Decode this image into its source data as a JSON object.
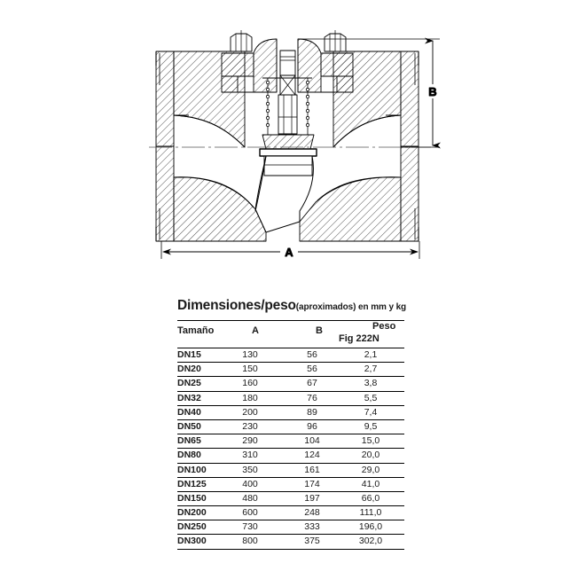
{
  "drawing": {
    "name": "valve-cross-section",
    "description": "Sectional technical drawing of a flanged lift check valve",
    "dimension_labels": {
      "overall_length": "A",
      "overall_height": "B"
    }
  },
  "table": {
    "title_main": "Dimensiones/peso",
    "title_sub": "(aproximados) en mm y kg",
    "headers": {
      "size": "Tamaño",
      "a": "A",
      "b": "B",
      "weight": "Peso",
      "fig": "Fig 222N"
    },
    "rows": [
      {
        "size": "DN15",
        "a": "130",
        "b": "56",
        "weight": "2,1"
      },
      {
        "size": "DN20",
        "a": "150",
        "b": "56",
        "weight": "2,7"
      },
      {
        "size": "DN25",
        "a": "160",
        "b": "67",
        "weight": "3,8"
      },
      {
        "size": "DN32",
        "a": "180",
        "b": "76",
        "weight": "5,5"
      },
      {
        "size": "DN40",
        "a": "200",
        "b": "89",
        "weight": "7,4"
      },
      {
        "size": "DN50",
        "a": "230",
        "b": "96",
        "weight": "9,5"
      },
      {
        "size": "DN65",
        "a": "290",
        "b": "104",
        "weight": "15,0"
      },
      {
        "size": "DN80",
        "a": "310",
        "b": "124",
        "weight": "20,0"
      },
      {
        "size": "DN100",
        "a": "350",
        "b": "161",
        "weight": "29,0"
      },
      {
        "size": "DN125",
        "a": "400",
        "b": "174",
        "weight": "41,0"
      },
      {
        "size": "DN150",
        "a": "480",
        "b": "197",
        "weight": "66,0"
      },
      {
        "size": "DN200",
        "a": "600",
        "b": "248",
        "weight": "111,0"
      },
      {
        "size": "DN250",
        "a": "730",
        "b": "333",
        "weight": "196,0"
      },
      {
        "size": "DN300",
        "a": "800",
        "b": "375",
        "weight": "302,0"
      }
    ]
  },
  "colors": {
    "line": "#000000",
    "background": "#ffffff",
    "text": "#1a1a1a"
  }
}
